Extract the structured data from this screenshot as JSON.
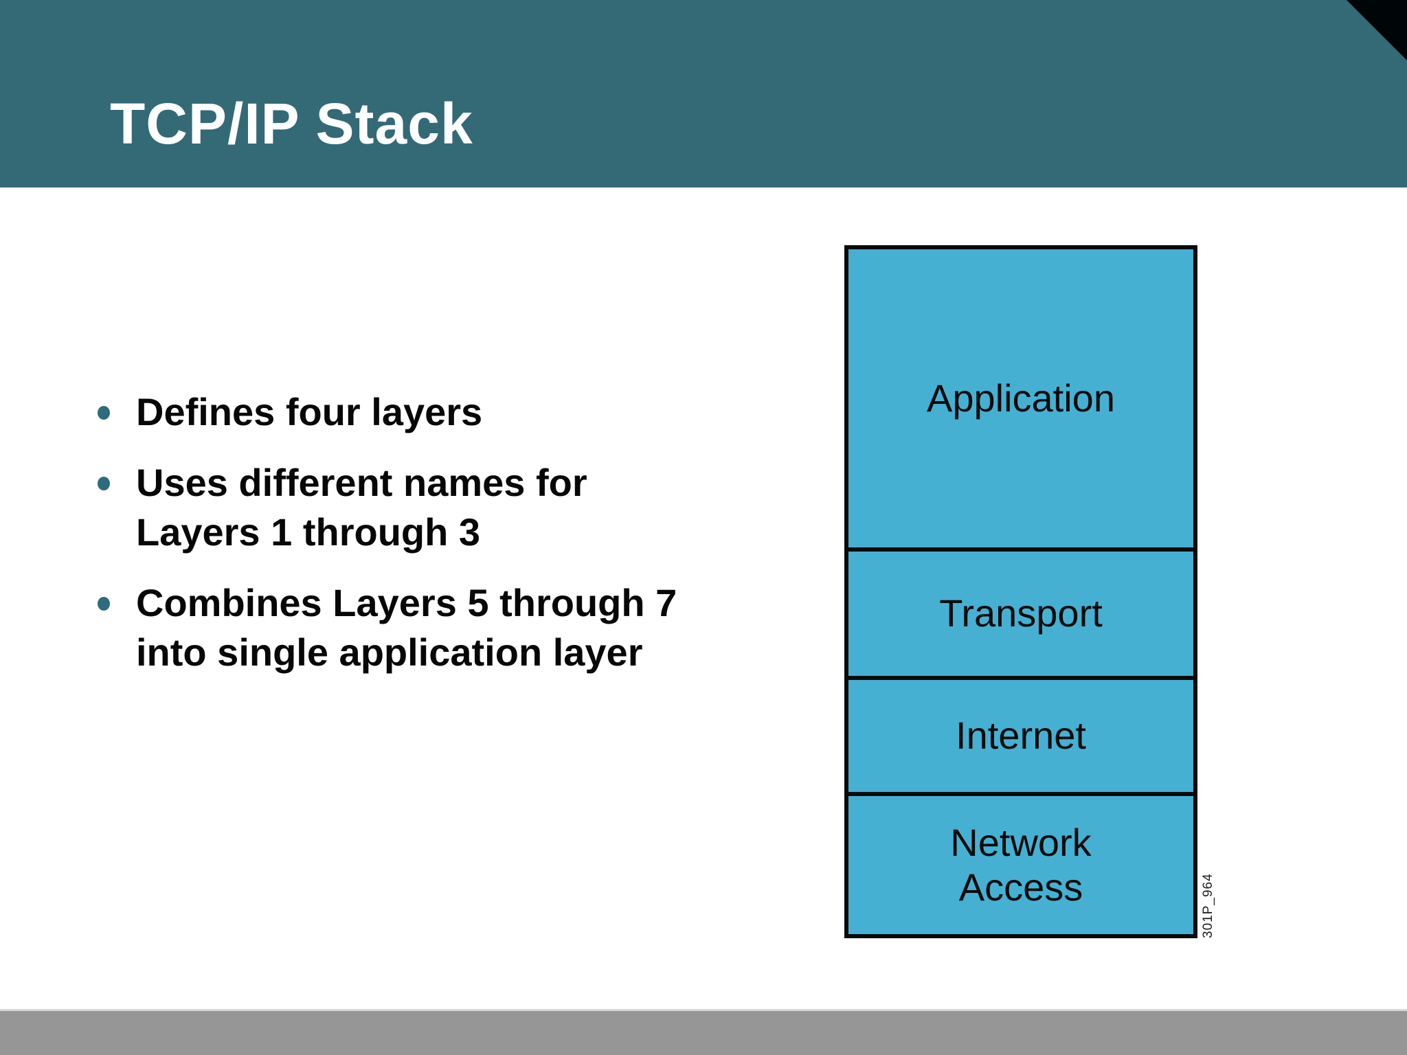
{
  "slide": {
    "title": "TCP/IP Stack",
    "bullets": [
      {
        "lines": [
          "Defines four layers"
        ]
      },
      {
        "lines": [
          "Uses different names for",
          "Layers 1 through 3"
        ]
      },
      {
        "lines": [
          "Combines Layers 5 through 7",
          "into single application layer"
        ]
      }
    ],
    "figure": {
      "layers": [
        "Application",
        "Transport",
        "Internet",
        "Network Access"
      ],
      "caption": "301P_964"
    },
    "colors": {
      "header_band": "#336A76",
      "layer_fill": "#46B0D2",
      "bullet_dot": "#2F6B7C",
      "footer_bar": "#969696",
      "corner_triangle": "#000508"
    }
  }
}
